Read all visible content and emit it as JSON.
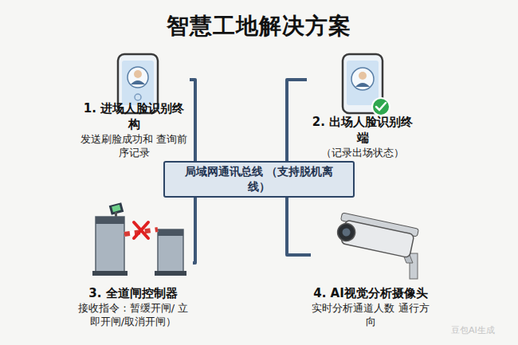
{
  "diagram": {
    "title": "智慧工地解决方案",
    "nodes": [
      {
        "text": [
          "1. 进场人脸识别终构",
          "发送刷脸成功和 查询前序记录"
        ]
      },
      {
        "text": [
          "2. 出场人脸识别终端",
          "（记录出场状态）"
        ]
      },
      {
        "text": [
          "局域网通讯总线 （支持脱机离线）"
        ]
      },
      {
        "text": [
          "3. 全道闸控制器",
          "接收指令：暂缓开闸/ 立即开闸/取消开闸）"
        ]
      },
      {
        "text": [
          "4. AI视觉分析摄像头",
          "实时分析通道人数 通行方向"
        ]
      }
    ],
    "edges": [
      {
        "from": 2,
        "to": 0,
        "arrow": "none"
      },
      {
        "from": 2,
        "to": 1,
        "arrow": "none"
      },
      {
        "from": 2,
        "to": 3,
        "arrow": "none"
      },
      {
        "from": 2,
        "to": 4,
        "arrow": "none"
      }
    ],
    "labels": [
      "豆包AI生成"
    ]
  }
}
